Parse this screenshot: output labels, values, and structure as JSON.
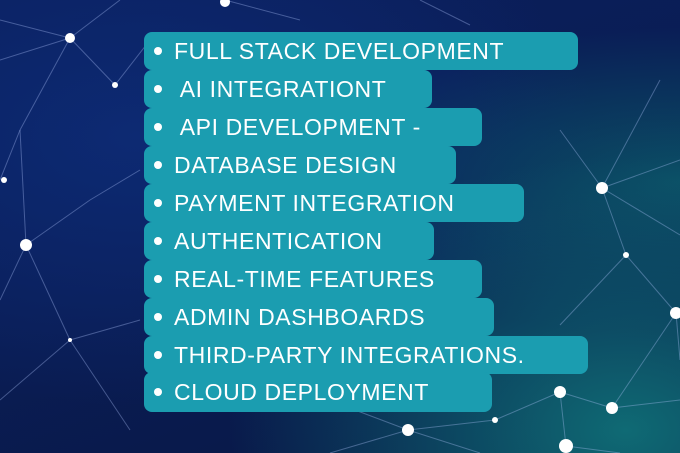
{
  "services": [
    "FULL STACK DEVELOPMENT",
    " AI INTEGRATIONT",
    " API DEVELOPMENT -",
    "DATABASE DESIGN",
    "PAYMENT INTEGRATION",
    "AUTHENTICATION",
    "REAL-TIME FEATURES",
    "ADMIN DASHBOARDS",
    "THIRD-PARTY INTEGRATIONS.",
    "CLOUD DEPLOYMENT"
  ],
  "colors": {
    "panel": "#1b9db0",
    "text": "#ffffff",
    "background": "#0a1d55"
  }
}
